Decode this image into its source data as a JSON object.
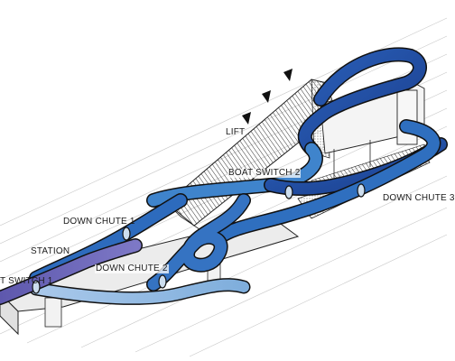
{
  "labels": {
    "lift": "LIFT",
    "boat_switch_2": "BOAT SWITCH 2",
    "down_chute_1": "DOWN CHUTE 1",
    "station": "STATION",
    "down_chute_2": "DOWN CHUTE 2",
    "boat_switch_1": "T SWITCH 1",
    "down_chute_3": "DOWN CHUTE 3"
  },
  "icons": {
    "direction_arrows": "arrow-icon"
  },
  "colors": {
    "channel_dark": "#1f4fa8",
    "channel_mid": "#3a7fc8",
    "channel_light": "#9cc4e6",
    "station_purple": "#6a63b8",
    "structure_gray": "#8a8a8a",
    "line": "#222222"
  }
}
